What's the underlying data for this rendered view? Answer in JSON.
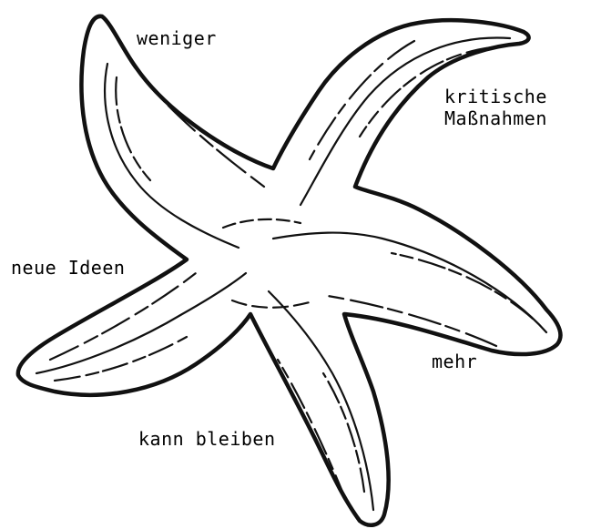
{
  "colors": {
    "ink": "#111111",
    "fill": "#ffffff"
  },
  "labels": {
    "top": "weniger",
    "right_line1": "kritische",
    "right_line2": "Maßnahmen",
    "left": "neue Ideen",
    "bottom_right": "mehr",
    "bottom": "kann bleiben"
  }
}
